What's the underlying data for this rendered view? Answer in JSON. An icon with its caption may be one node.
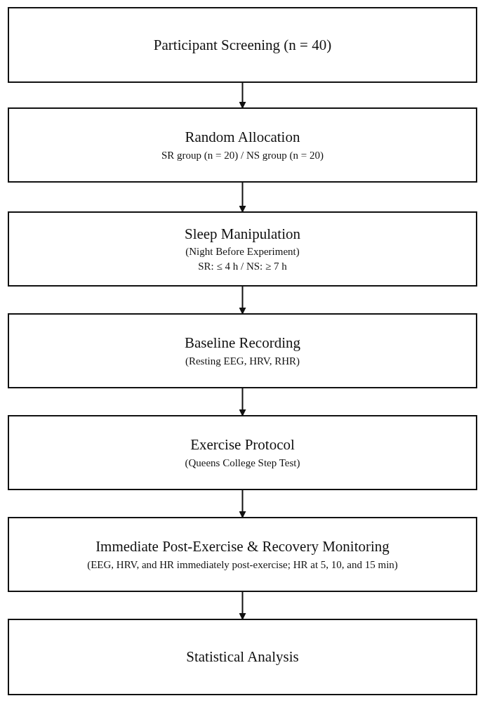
{
  "diagram": {
    "nodes": [
      {
        "text": [
          "Participant Screening (n = 40)"
        ]
      },
      {
        "text": [
          "Random Allocation",
          "SR group (n = 20) / NS group (n = 20)"
        ]
      },
      {
        "text": [
          "Sleep Manipulation",
          "(Night Before Experiment)",
          "SR: ≤ 4 h / NS: ≥ 7 h"
        ]
      },
      {
        "text": [
          "Baseline Recording",
          "(Resting EEG, HRV, RHR)"
        ]
      },
      {
        "text": [
          "Exercise Protocol",
          "(Queens College Step Test)"
        ]
      },
      {
        "text": [
          "Immediate Post-Exercise & Recovery Monitoring",
          "(EEG, HRV, and HR immediately post-exercise; HR at 5, 10, and 15 min)"
        ]
      },
      {
        "text": [
          "Statistical Analysis"
        ]
      }
    ],
    "edges": [
      {
        "from": 0,
        "to": 1,
        "arrow": "to"
      },
      {
        "from": 1,
        "to": 2,
        "arrow": "to"
      },
      {
        "from": 2,
        "to": 3,
        "arrow": "to"
      },
      {
        "from": 3,
        "to": 4,
        "arrow": "to"
      },
      {
        "from": 4,
        "to": 5,
        "arrow": "to"
      },
      {
        "from": 5,
        "to": 6,
        "arrow": "to"
      }
    ]
  }
}
